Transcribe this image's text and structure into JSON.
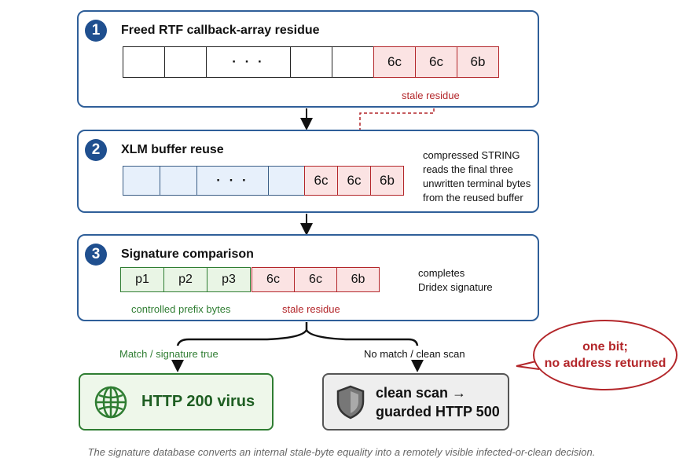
{
  "panel1": {
    "number": "1",
    "title": "Freed RTF callback-array residue",
    "cells": [
      "",
      "",
      "· · ·",
      "",
      ""
    ],
    "residue": [
      "6c",
      "6c",
      "6b"
    ],
    "residue_label": "stale residue"
  },
  "panel2": {
    "number": "2",
    "title": "XLM buffer reuse",
    "cells": [
      "",
      "",
      "· · ·",
      ""
    ],
    "residue": [
      "6c",
      "6c",
      "6b"
    ],
    "note": [
      "compressed STRING",
      "reads the final three",
      "unwritten terminal bytes",
      "from the reused buffer"
    ]
  },
  "panel3": {
    "number": "3",
    "title": "Signature comparison",
    "prefix": [
      "p1",
      "p2",
      "p3"
    ],
    "prefix_label": "controlled prefix bytes",
    "residue": [
      "6c",
      "6c",
      "6b"
    ],
    "residue_label": "stale residue",
    "result_note": [
      "completes",
      "Dridex signature"
    ]
  },
  "branches": {
    "left_label": "Match / signature true",
    "right_label": "No match / clean scan"
  },
  "results": {
    "virus": "HTTP 200 virus",
    "clean_line1": "clean scan →",
    "clean_line2": "guarded HTTP 500"
  },
  "callout": [
    "one bit;",
    "no address returned"
  ],
  "caption": "The signature database converts an internal stale-byte equality into a remotely visible infected-or-clean decision.",
  "colors": {
    "panel_border": "#2f5f99",
    "number_fill": "#1f4f8f",
    "residue_red": "#b3262a",
    "residue_fill": "#fbe3e3",
    "prefix_green": "#2f7d32",
    "prefix_fill": "#e9f5e5",
    "reuse_fill": "#e7f0fb",
    "clean_fill": "#eeeeee"
  }
}
